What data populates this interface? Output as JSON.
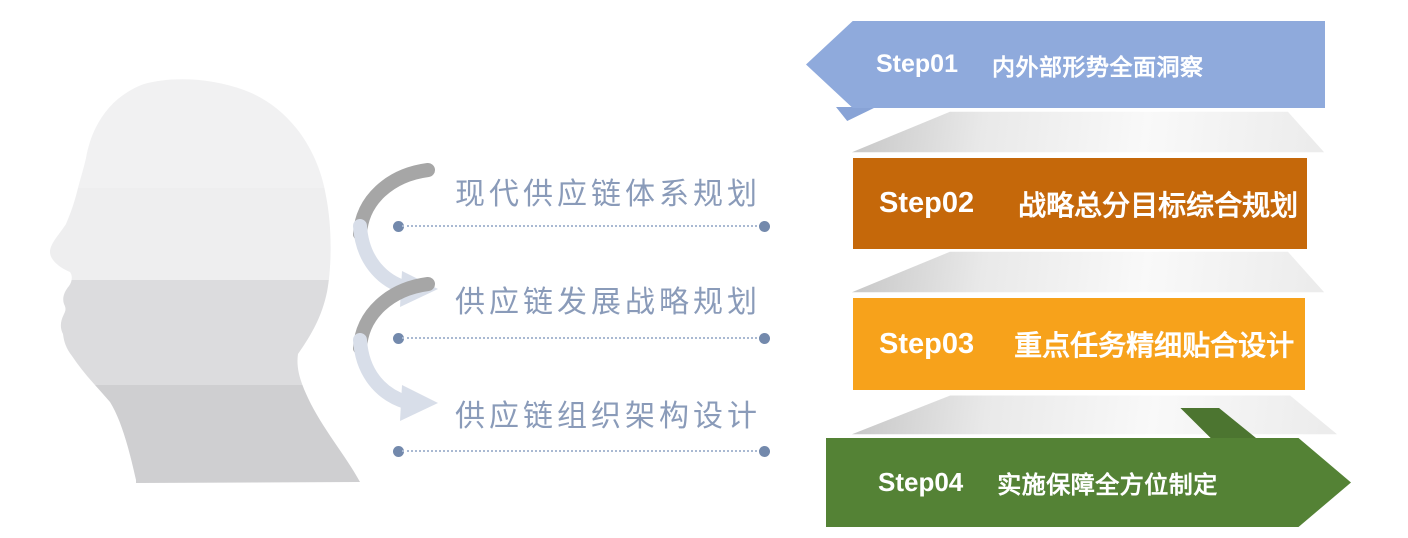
{
  "figure": {
    "name": "head-silhouette",
    "head_bands": [
      "#F1F1F2",
      "#EEEEEF",
      "#DCDCDE",
      "#CFCFD1"
    ],
    "arrow_dark": "#A6A6A6",
    "arrow_light": "#D8DEE9"
  },
  "planning_items": [
    {
      "label": "现代供应链体系规划"
    },
    {
      "label": "供应链发展战略规划"
    },
    {
      "label": "供应链组织架构设计"
    }
  ],
  "decor": {
    "dotline_color": "#A9B9D2",
    "dot_color": "#7389AC",
    "label_color": "#8A9BB9",
    "fold_gray": "#DDDDDD",
    "fold_wedge_blue": "#88A3D6",
    "fold_wedge_green": "#4C7530"
  },
  "steps": [
    {
      "number": "Step01",
      "title": "内外部形势全面洞察",
      "color": "#8FAADC",
      "shape": "arrow-left"
    },
    {
      "number": "Step02",
      "title": "战略总分目标综合规划",
      "color": "#C5680A",
      "shape": "rect"
    },
    {
      "number": "Step03",
      "title": "重点任务精细贴合设计",
      "color": "#F7A21B",
      "shape": "rect"
    },
    {
      "number": "Step04",
      "title": "实施保障全方位制定",
      "color": "#548235",
      "shape": "arrow-right"
    }
  ]
}
